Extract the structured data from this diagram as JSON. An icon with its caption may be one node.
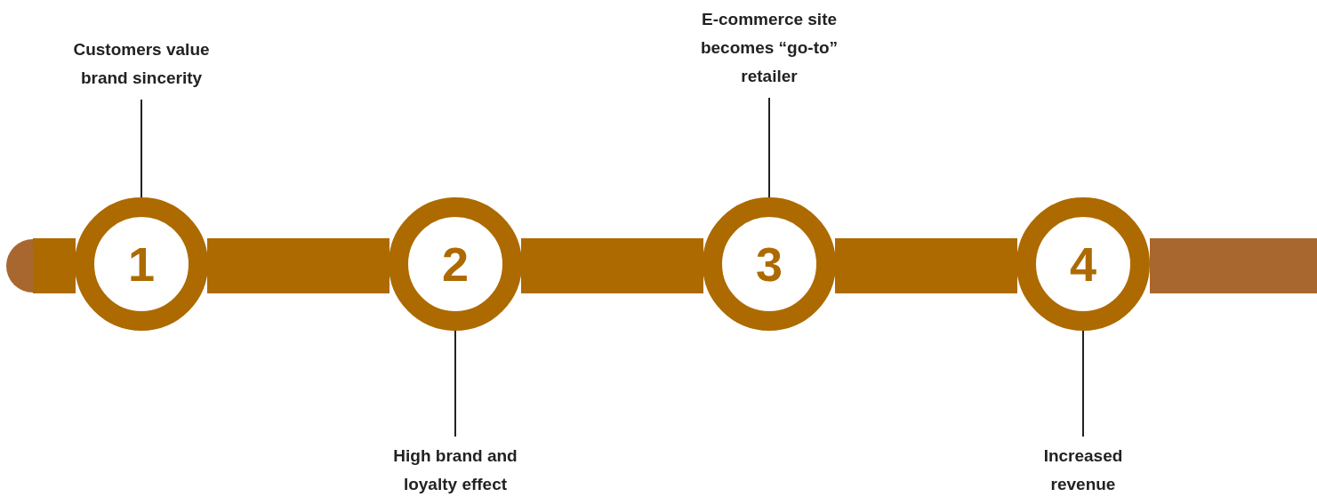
{
  "diagram": {
    "nodes": [
      {
        "text": [
          "Customers value brand sincerity"
        ]
      },
      {
        "text": [
          "E-commerce site becomes “go-to” retailer"
        ]
      },
      {
        "text": [
          "1"
        ]
      },
      {
        "text": [
          "2"
        ]
      },
      {
        "text": [
          "3"
        ]
      },
      {
        "text": [
          "4"
        ]
      },
      {
        "text": [
          "High brand and loyalty effect"
        ]
      },
      {
        "text": [
          "Increased revenue"
        ]
      }
    ],
    "edges": [
      {
        "from": 0,
        "to": 2,
        "arrow": "none"
      },
      {
        "from": 1,
        "to": 4,
        "arrow": "none"
      },
      {
        "from": 6,
        "to": 3,
        "arrow": "none"
      },
      {
        "from": 7,
        "to": 5,
        "arrow": "none"
      }
    ]
  }
}
